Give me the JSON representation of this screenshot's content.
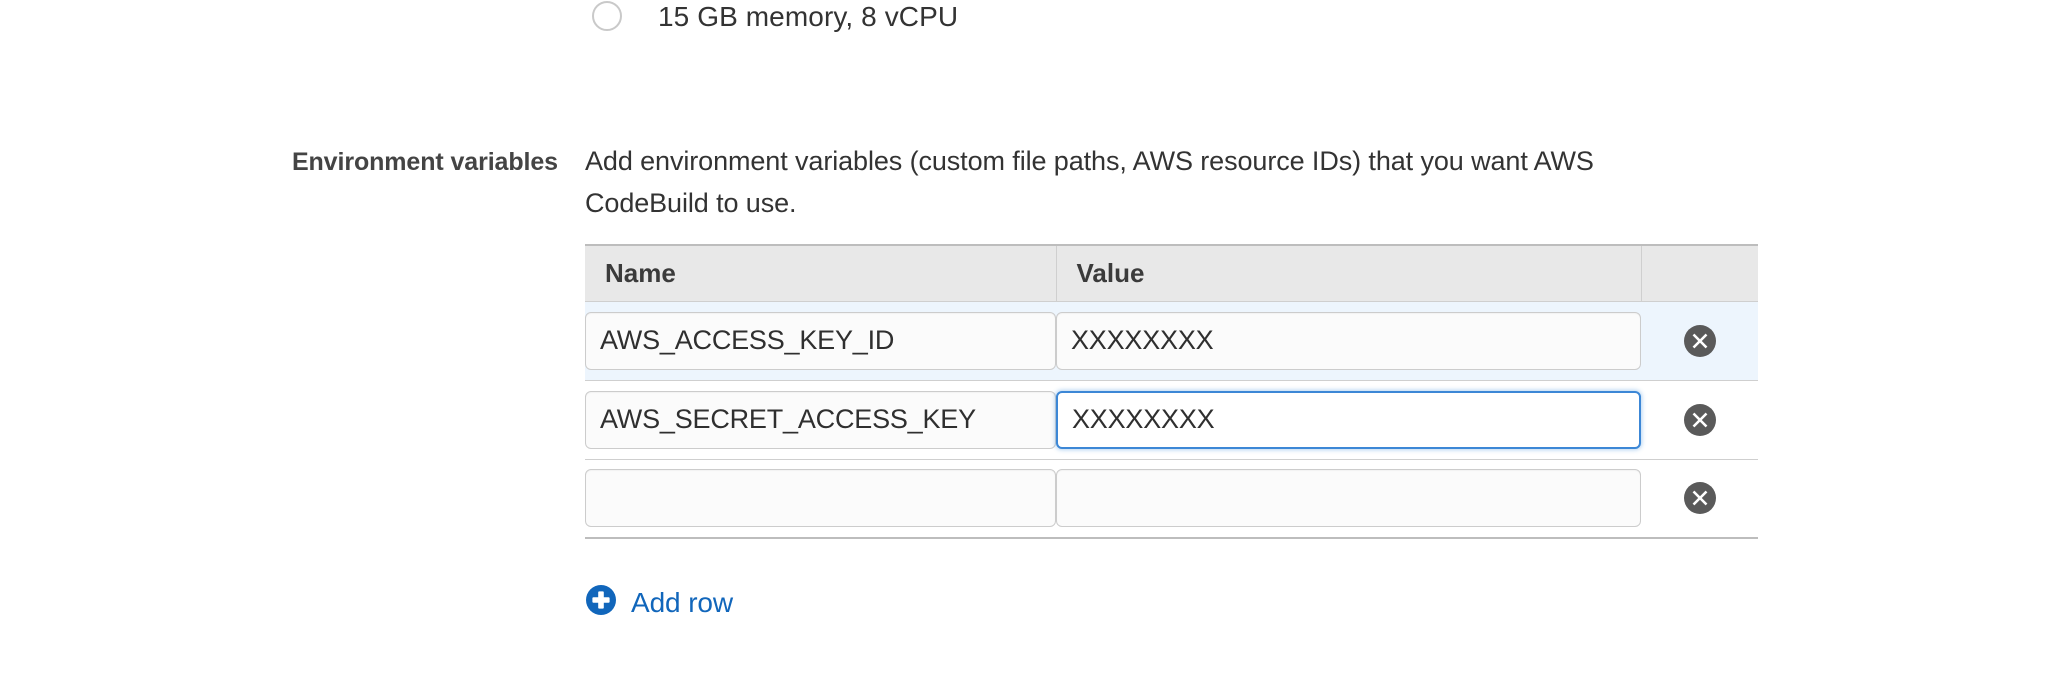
{
  "compute_option": {
    "label": "15 GB memory, 8 vCPU",
    "radio_selected": false,
    "radio_icon": "radio-unchecked-icon"
  },
  "env_section": {
    "label": "Environment variables",
    "description": "Add environment variables (custom file paths, AWS resource IDs) that you want AWS CodeBuild to use."
  },
  "table": {
    "columns": [
      "Name",
      "Value",
      ""
    ],
    "rows": [
      {
        "name": "AWS_ACCESS_KEY_ID",
        "value": "XXXXXXXX",
        "name_placeholder": "",
        "value_placeholder": "",
        "highlighted": true,
        "value_focused": false,
        "delete_icon": "delete-circle-x-icon"
      },
      {
        "name": "AWS_SECRET_ACCESS_KEY",
        "value": "XXXXXXXX",
        "name_placeholder": "",
        "value_placeholder": "",
        "highlighted": false,
        "value_focused": true,
        "delete_icon": "delete-circle-x-icon"
      },
      {
        "name": "",
        "value": "",
        "name_placeholder": "",
        "value_placeholder": "",
        "highlighted": false,
        "value_focused": false,
        "delete_icon": "delete-circle-x-icon"
      }
    ]
  },
  "add_row": {
    "label": "Add row",
    "icon": "plus-circle-icon"
  },
  "colors": {
    "link_blue": "#1166bb",
    "focus_blue": "#3c87d6",
    "row_highlight": "#edf5fd",
    "header_gray": "#e8e8e8",
    "delete_gray": "#5a5a5a",
    "text": "#333333"
  }
}
